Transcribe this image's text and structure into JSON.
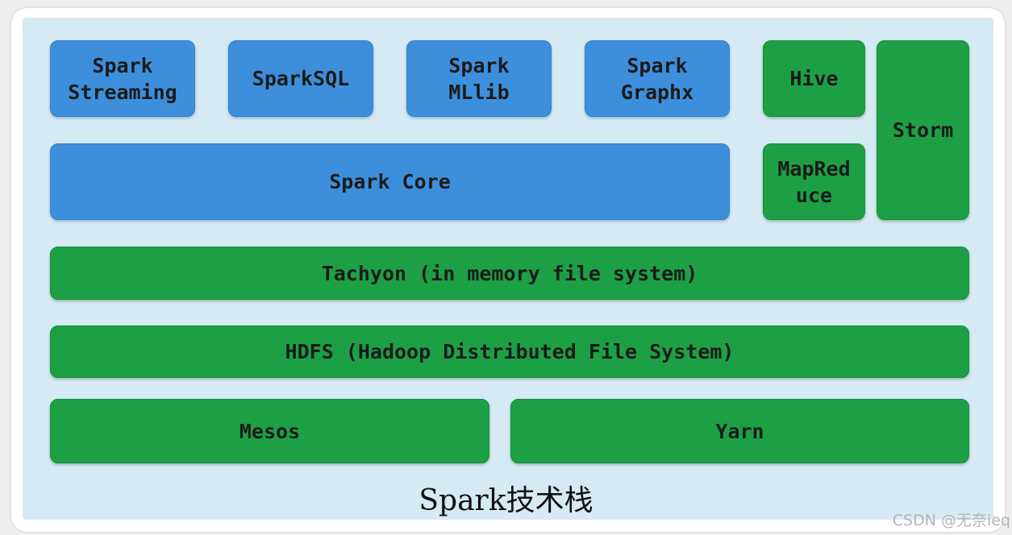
{
  "blocks": {
    "spark_streaming": "Spark\nStreaming",
    "spark_sql": "SparkSQL",
    "spark_mllib": "Spark\nMLlib",
    "spark_graphx": "Spark\nGraphx",
    "hive": "Hive",
    "storm": "Storm",
    "spark_core": "Spark Core",
    "mapreduce": "MapRed\nuce",
    "tachyon": "Tachyon (in memory file system)",
    "hdfs": "HDFS (Hadoop Distributed File System)",
    "mesos": "Mesos",
    "yarn": "Yarn"
  },
  "caption": "Spark技术栈",
  "watermark": "CSDN @无奈ieq",
  "colors": {
    "spark_blue": "#3d8fdc",
    "hadoop_green": "#1da045",
    "panel_background": "#d6eaf4"
  }
}
